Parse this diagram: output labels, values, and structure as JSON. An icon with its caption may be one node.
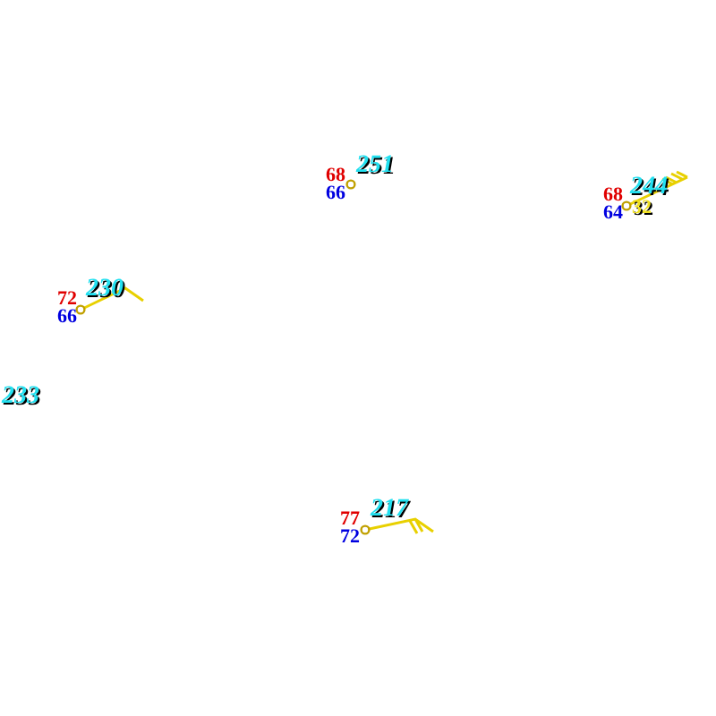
{
  "diagram": {
    "labels": [
      "251",
      "68",
      "66",
      "244",
      "68",
      "64",
      "32",
      "230",
      "72",
      "66",
      "233",
      "217",
      "77",
      "72"
    ]
  }
}
